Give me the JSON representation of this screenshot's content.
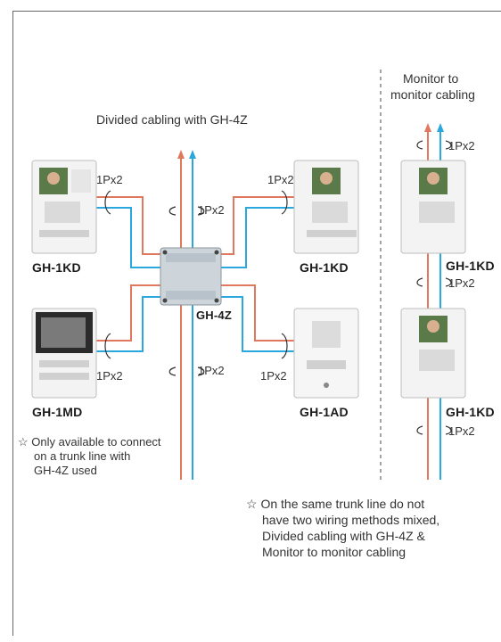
{
  "left_title": "Divided cabling with GH-4Z",
  "right_title": [
    "Monitor to",
    "monitor cabling"
  ],
  "devices": {
    "kd_top_left": "GH-1KD",
    "kd_top_right": "GH-1KD",
    "md": "GH-1MD",
    "ad": "GH-1AD",
    "hub": "GH-4Z",
    "kd_right_1": "GH-1KD",
    "kd_right_2": "GH-1KD"
  },
  "cable_label": "1Px2",
  "note_md": [
    "Only available to connect",
    "on a trunk line with",
    "GH-4Z used"
  ],
  "note_mix": [
    "On the same trunk line do not",
    "have two wiring methods mixed,",
    "Divided cabling with GH-4Z &",
    "Monitor to monitor cabling"
  ],
  "note_symbol": "☆",
  "colors": {
    "red_wire": "#e0785e",
    "blue_wire": "#2aa7dd",
    "divider": "#444"
  }
}
